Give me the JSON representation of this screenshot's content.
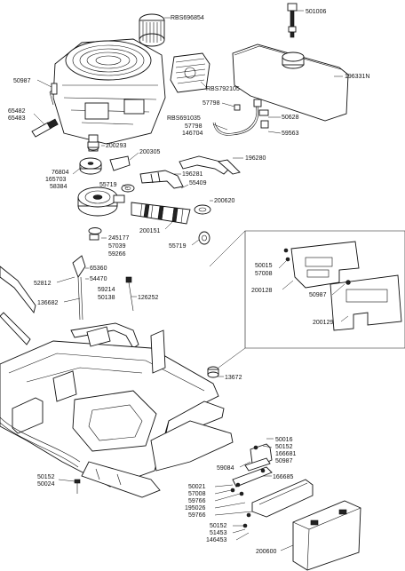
{
  "labels": {
    "rbs696854": "RBS696854",
    "p501006": "501006",
    "p196331n": "196331N",
    "p50987_top": "50987",
    "rbs792105": "RBS792105",
    "p65482": "65482",
    "p65483": "65483",
    "p57798_a": "57798",
    "rbs691035": "RBS691035",
    "p50628": "50628",
    "p57798_b": "57798",
    "p146704": "146704",
    "p59563": "59563",
    "p200293": "200293",
    "p200305": "200305",
    "p196280": "196280",
    "p76804": "76804",
    "p165703": "165703",
    "p58384": "58384",
    "p196281": "196281",
    "p55719_a": "55719",
    "p55409": "55409",
    "p200620": "200620",
    "p200151": "200151",
    "p245177": "245177",
    "p57039": "57039",
    "p59266": "59266",
    "p55719_b": "55719",
    "p50015": "50015",
    "p57008_a": "57008",
    "p200128": "200128",
    "p50987_plate": "50987",
    "p200129": "200129",
    "p65360": "65360",
    "p52812": "52812",
    "p54470": "54470",
    "p59214": "59214",
    "p50138": "50138",
    "p136682": "136682",
    "p126252": "126252",
    "p13672": "13672",
    "p50016": "50016",
    "p50152_a": "50152",
    "p166681": "166681",
    "p50987_bot": "50987",
    "p59084": "59084",
    "p166685": "166685",
    "p50021": "50021",
    "p57008_b": "57008",
    "p59766_a": "59766",
    "p195026": "195026",
    "p59766_b": "59766",
    "p50152_b": "50152",
    "p50024": "50024",
    "p50152_c": "50152",
    "p51453": "51453",
    "p146453": "146453",
    "p200600": "200600"
  }
}
